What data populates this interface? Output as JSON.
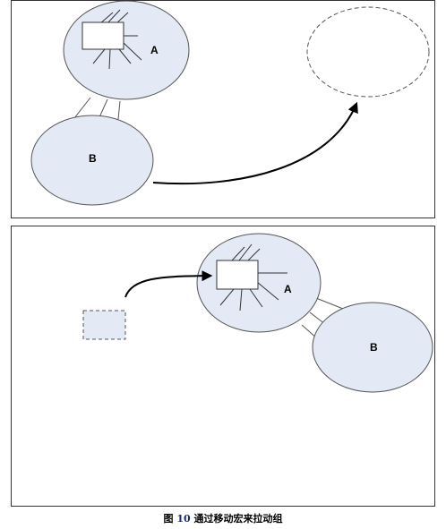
{
  "colors": {
    "node_fill": "#e3e9f5",
    "node_stroke": "#555555",
    "line": "#000000",
    "panel_border": "#333333"
  },
  "panel_top": {
    "node_a_label": "A",
    "node_b_label": "B"
  },
  "panel_bottom": {
    "node_a_label": "A",
    "node_b_label": "B"
  },
  "caption": {
    "prefix": "图",
    "number": "10",
    "text": "通过移动宏来拉动组"
  }
}
